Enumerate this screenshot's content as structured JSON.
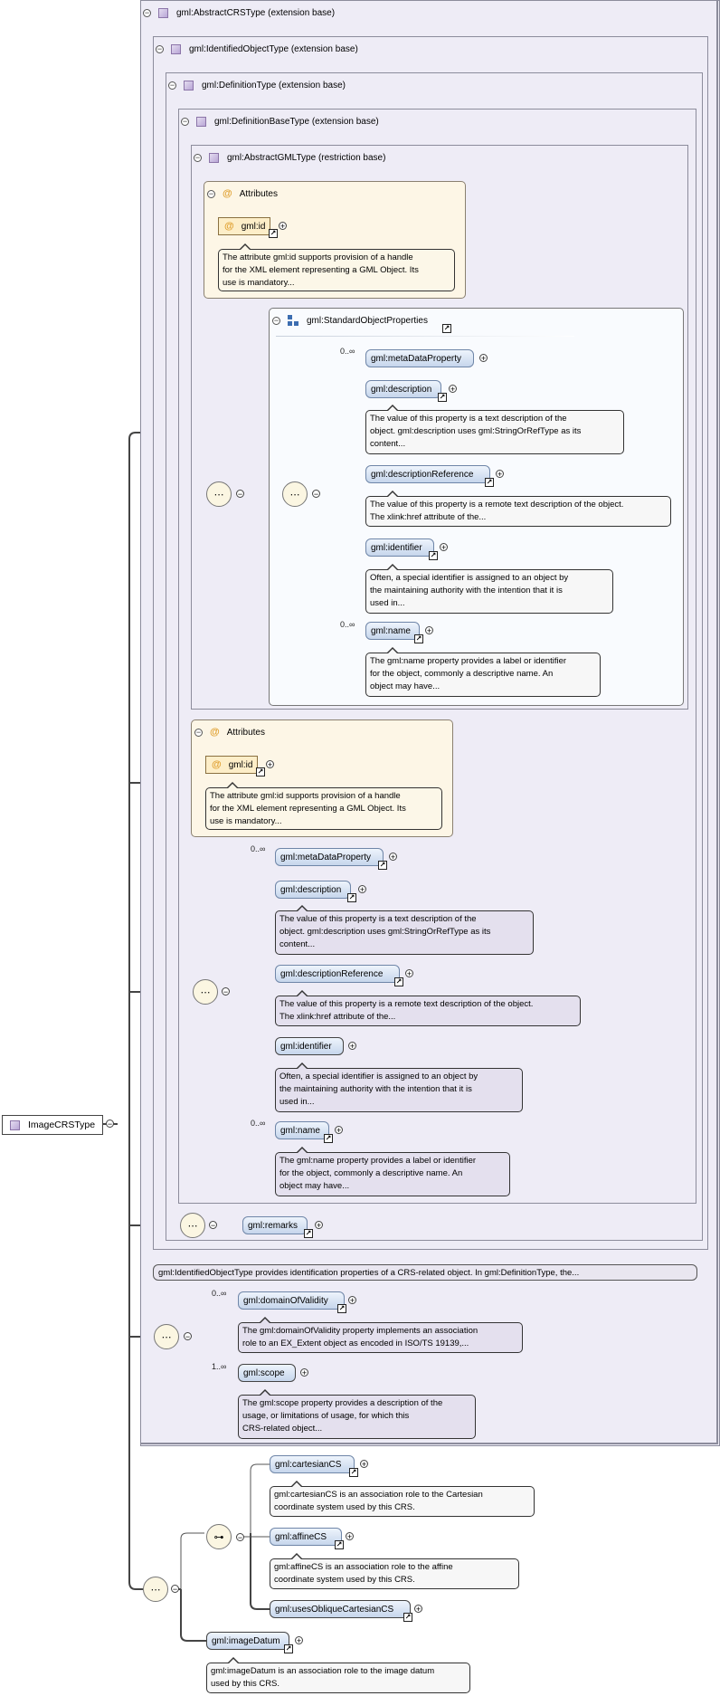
{
  "root": {
    "label": "ImageCRSType"
  },
  "ext": {
    "abstract_crs": "gml:AbstractCRSType (extension base)",
    "identified_object": "gml:IdentifiedObjectType (extension base)",
    "definition": "gml:DefinitionType (extension base)",
    "definition_base": "gml:DefinitionBaseType (extension base)",
    "abstract_gml": "gml:AbstractGMLType (restriction base)"
  },
  "attributes_label": "Attributes",
  "gml_id": "gml:id",
  "gml_id_doc": [
    "The attribute gml:id supports provision of a handle",
    "for the XML element representing a GML Object. Its",
    "use is mandatory..."
  ],
  "standard_props": "gml:StandardObjectProperties",
  "card": {
    "zero_many": "0..∞",
    "one_many": "1..∞"
  },
  "elements": {
    "metaDataProperty": "gml:metaDataProperty",
    "description": "gml:description",
    "descriptionReference": "gml:descriptionReference",
    "identifier": "gml:identifier",
    "name": "gml:name",
    "remarks": "gml:remarks",
    "domainOfValidity": "gml:domainOfValidity",
    "scope": "gml:scope",
    "cartesianCS": "gml:cartesianCS",
    "affineCS": "gml:affineCS",
    "usesObliqueCartesianCS": "gml:usesObliqueCartesianCS",
    "imageDatum": "gml:imageDatum"
  },
  "docs": {
    "description": [
      "The value of this property is a text description of the",
      "object. gml:description uses gml:StringOrRefType as its",
      "content..."
    ],
    "descriptionReference": [
      "The value of this property is a remote text description of the object.",
      "The xlink:href attribute of the..."
    ],
    "identifier": [
      "Often, a special identifier is assigned to an object by",
      "the maintaining authority with the intention that it is",
      "used in..."
    ],
    "name": [
      "The gml:name property provides a label or identifier",
      "for the object, commonly a descriptive name. An",
      "object may have..."
    ],
    "identified_object_desc": "gml:IdentifiedObjectType provides identification properties of a CRS-related object. In gml:DefinitionType, the...",
    "domainOfValidity": [
      "The gml:domainOfValidity property implements an association",
      "role to an EX_Extent object as encoded in ISO/TS 19139,..."
    ],
    "scope": [
      "The gml:scope property provides a description of the",
      "usage, or limitations of usage, for which this",
      "CRS-related object..."
    ],
    "cartesianCS": [
      "gml:cartesianCS is an association role to the Cartesian",
      "coordinate system used by this CRS."
    ],
    "affineCS": [
      "gml:affineCS is an association role to the affine",
      "coordinate system used by this CRS."
    ],
    "imageDatum": [
      "gml:imageDatum is an association role to the image datum",
      "used by this CRS."
    ]
  }
}
